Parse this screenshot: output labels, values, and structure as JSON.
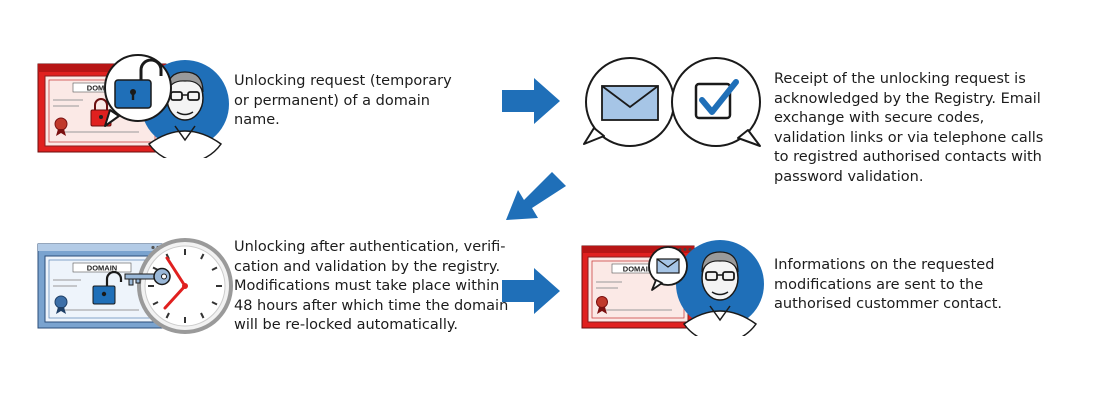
{
  "steps": [
    {
      "id": "request",
      "text": "Unlocking request (temporary or permanent) of a domain name."
    },
    {
      "id": "acknowledge",
      "text": "Receipt of the unlocking request is acknowledged by the Registry. Email exchange with secure codes, validation links or via telephone calls to registred authorised contacts with password validation."
    },
    {
      "id": "unlock",
      "text_lines": [
        "Unlocking after authentication, verifi-",
        "cation and validation by the registry.",
        "Modifications must take place within",
        "48 hours after which time the domain",
        "will be re-locked automatically."
      ]
    },
    {
      "id": "inform",
      "text": "Informations on the requested modifications are sent to the authorised custommer contact."
    }
  ],
  "certificates": {
    "label": "DOMAIN"
  },
  "colors": {
    "accent_red": "#e0201f",
    "accent_blue": "#1f6fb8",
    "cert_blue": "#7aa3cf",
    "arrow_blue": "#1f6fb8",
    "face_skin": "#f4f4f4"
  },
  "icons": [
    "certificate-red",
    "padlock-open",
    "man-avatar",
    "envelope",
    "checkmark",
    "certificate-blue",
    "key",
    "clock",
    "arrow-right",
    "arrow-down-left"
  ]
}
